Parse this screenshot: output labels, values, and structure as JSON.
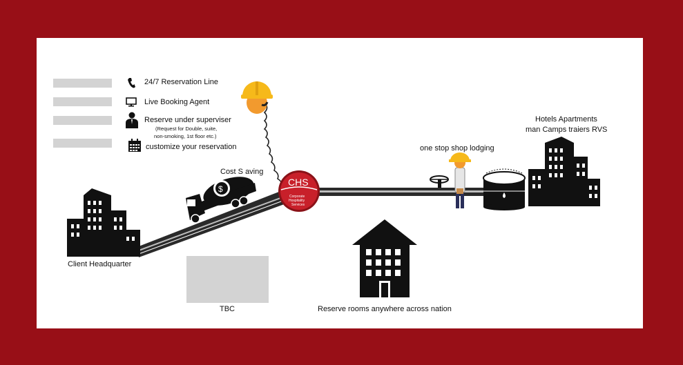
{
  "colors": {
    "background": "#980f17",
    "panel": "#ffffff",
    "chs_red": "#c8202a",
    "helmet_yellow": "#f6b91a",
    "placeholder_gray": "#d3d3d3",
    "ink": "#111111"
  },
  "services": [
    {
      "icon": "phone-icon",
      "label": "24/7 Reservation Line"
    },
    {
      "icon": "monitor-icon",
      "label": "Live Booking Agent"
    },
    {
      "icon": "person-icon",
      "label": "Reserve under superviser",
      "note_1": "(Request for Double, suite,",
      "note_2": "non-smoking, 1st floor etc.)"
    },
    {
      "icon": "calendar-icon",
      "label": "customize your reservation"
    }
  ],
  "labels": {
    "client_hq": "Client Headquarter",
    "cost_saving": "Cost S aving",
    "one_stop": "one stop shop lodging",
    "hotels_line1": "Hotels Apartments",
    "hotels_line2": "man Camps traiers RVS",
    "tbc": "TBC",
    "reserve_anywhere": "Reserve rooms anywhere across nation"
  },
  "chs": {
    "title": "CHS",
    "sub_1": "Corporate",
    "sub_2": "Hospitality",
    "sub_3": "Services"
  },
  "icons": [
    "hardhat-worker-icon",
    "cement-truck-icon",
    "client-building-icon",
    "hotel-buildings-icon",
    "storage-tank-icon",
    "valve-icon",
    "worker-icon",
    "home-building-icon"
  ]
}
